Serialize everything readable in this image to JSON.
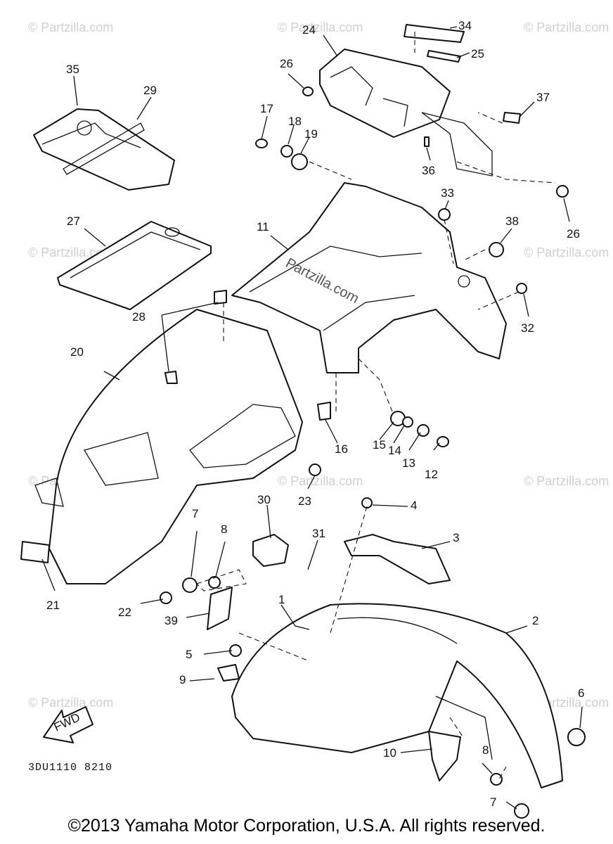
{
  "diagram": {
    "watermark": "© Partzilla.com",
    "center_watermark": "Partzilla.com",
    "drawing_code": "3DU1110 8210",
    "fwd_label": "FWD",
    "copyright": "©2013 Yamaha Motor Corporation, U.S.A. All rights reserved.",
    "callouts": [
      "1",
      "2",
      "3",
      "4",
      "5",
      "6",
      "7",
      "7",
      "8",
      "8",
      "9",
      "10",
      "11",
      "12",
      "13",
      "14",
      "15",
      "16",
      "17",
      "18",
      "19",
      "20",
      "21",
      "22",
      "23",
      "24",
      "25",
      "26",
      "26",
      "27",
      "28",
      "29",
      "30",
      "31",
      "32",
      "33",
      "34",
      "35",
      "36",
      "37",
      "38",
      "39"
    ]
  }
}
